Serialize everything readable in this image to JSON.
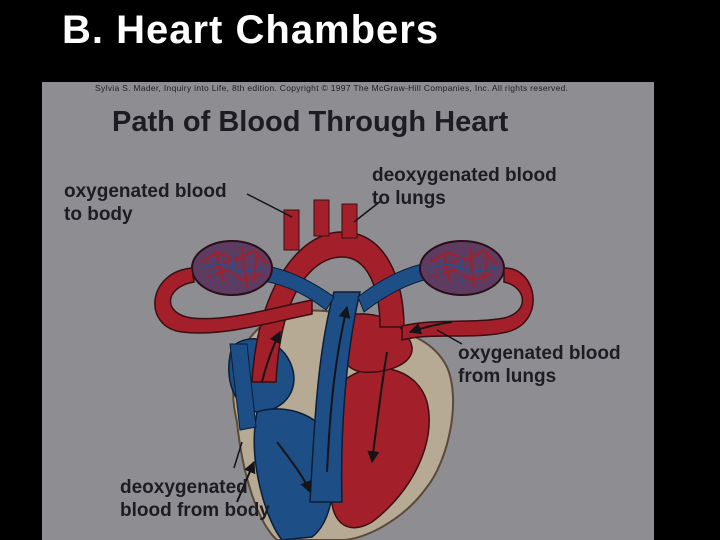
{
  "slide": {
    "title": "B. Heart Chambers"
  },
  "figure": {
    "credit": "Sylvia S. Mader, Inquiry into Life, 8th edition. Copyright © 1997 The McGraw-Hill Companies, Inc. All rights reserved.",
    "title": "Path of Blood Through Heart",
    "labels": {
      "oxygenated_to_body": [
        "oxygenated blood",
        "to body"
      ],
      "deoxygenated_to_lungs": [
        "deoxygenated blood",
        "to lungs"
      ],
      "oxygenated_from_lungs": [
        "oxygenated blood",
        "from lungs"
      ],
      "deoxygenated_from_body": [
        "deoxygenated",
        "blood from body"
      ]
    }
  },
  "colors": {
    "background": "#000000",
    "figure_bg": "#8e8e92",
    "oxygenated": "#a3202b",
    "deoxygenated": "#1d4e86",
    "heart_wall": "#b7aa94"
  }
}
